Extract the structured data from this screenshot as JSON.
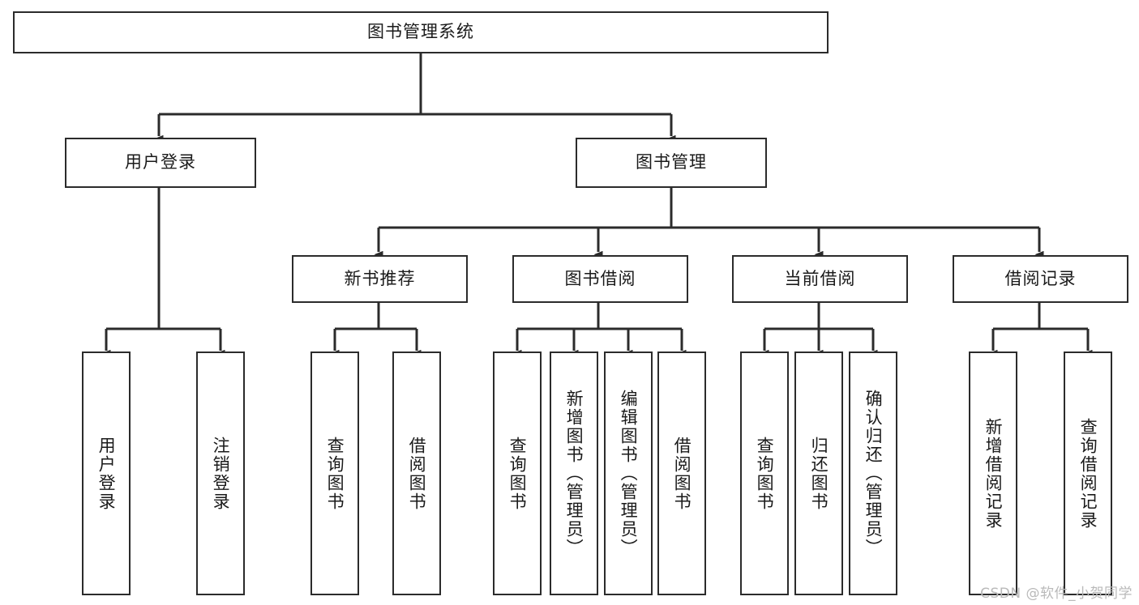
{
  "diagram": {
    "title": "图书管理系统",
    "type": "tree",
    "watermark": "CSDN @软件_小贺同学",
    "colors": {
      "node_border": "#2b2b2b",
      "node_fill": "#ffffff",
      "edge": "#2b2b2b",
      "text": "#1a1a1a",
      "watermark": "#b9b9b9",
      "background": "#ffffff"
    },
    "nodes": {
      "root": {
        "label": "图书管理系统"
      },
      "level2": [
        {
          "id": "user-login",
          "label": "用户登录"
        },
        {
          "id": "book-management",
          "label": "图书管理"
        }
      ],
      "level3": [
        {
          "id": "new-book-recommend",
          "label": "新书推荐"
        },
        {
          "id": "book-borrow",
          "label": "图书借阅"
        },
        {
          "id": "current-borrow",
          "label": "当前借阅"
        },
        {
          "id": "borrow-record",
          "label": "借阅记录"
        }
      ],
      "leaves": {
        "user-login": [
          {
            "id": "leaf-user-login",
            "label": "用户登录"
          },
          {
            "id": "leaf-logout-login",
            "label": "注销登录"
          }
        ],
        "new-book-recommend": [
          {
            "id": "leaf-query-book-1",
            "label": "查询图书"
          },
          {
            "id": "leaf-borrow-book-1",
            "label": "借阅图书"
          }
        ],
        "book-borrow": [
          {
            "id": "leaf-query-book-2",
            "label": "查询图书"
          },
          {
            "id": "leaf-add-book-admin",
            "label": "新增图书（管理员）"
          },
          {
            "id": "leaf-edit-book-admin",
            "label": "编辑图书（管理员）"
          },
          {
            "id": "leaf-borrow-book-2",
            "label": "借阅图书"
          }
        ],
        "current-borrow": [
          {
            "id": "leaf-query-book-3",
            "label": "查询图书"
          },
          {
            "id": "leaf-return-book",
            "label": "归还图书"
          },
          {
            "id": "leaf-confirm-return-admin",
            "label": "确认归还（管理员）"
          }
        ],
        "borrow-record": [
          {
            "id": "leaf-add-borrow-record",
            "label": "新增借阅记录"
          },
          {
            "id": "leaf-query-borrow-record",
            "label": "查询借阅记录"
          }
        ]
      }
    }
  }
}
